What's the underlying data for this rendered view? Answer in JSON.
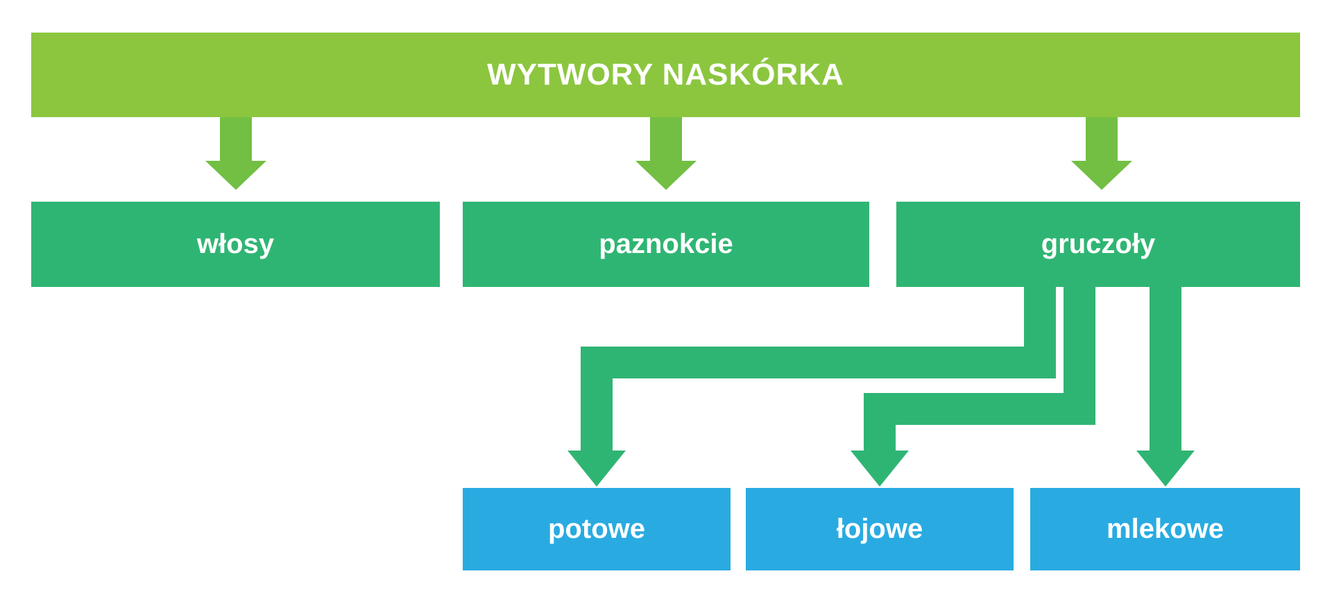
{
  "diagram": {
    "title": "WYTWORY NASKÓRKA",
    "root": {
      "label": "WYTWORY NASKÓRKA"
    },
    "level1": [
      {
        "id": "wlosy",
        "label": "włosy"
      },
      {
        "id": "paznokcie",
        "label": "paznokcie"
      },
      {
        "id": "gruczoly",
        "label": "gruczoły"
      }
    ],
    "level2": [
      {
        "id": "potowe",
        "label": "potowe",
        "parent": "gruczoły"
      },
      {
        "id": "lojowe",
        "label": "łojowe",
        "parent": "gruczoły"
      },
      {
        "id": "mlekowe",
        "label": "mlekowe",
        "parent": "gruczoły"
      }
    ],
    "colors": {
      "root_bar": "#8CC63F",
      "root_arrow": "#72BF44",
      "level1_box": "#2FB573",
      "connector": "#2FB573",
      "level2_box": "#29ABE2",
      "text": "#FFFFFF",
      "background": "#FFFFFF"
    }
  }
}
